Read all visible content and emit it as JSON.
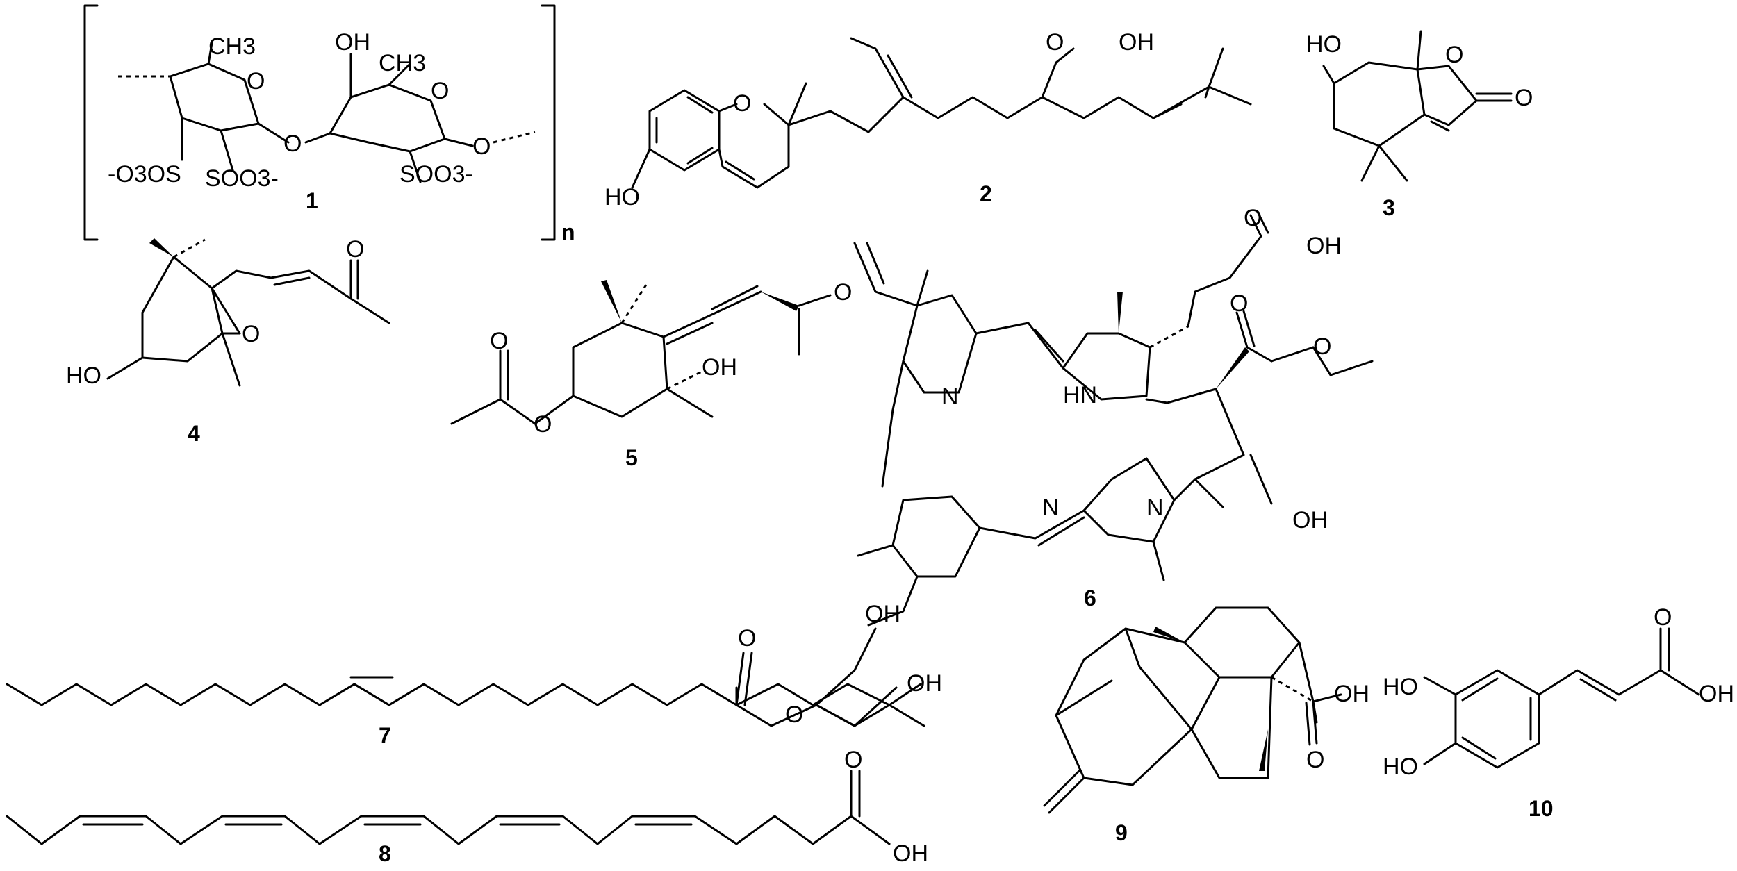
{
  "compounds": [
    {
      "number": "1",
      "repeat_unit_label": "n",
      "atom_labels": [
        "CH3",
        "O",
        "OH",
        "CH3",
        "O",
        "O",
        "O",
        "-O3OS",
        "SOO3-",
        "SOO3-"
      ]
    },
    {
      "number": "2",
      "atom_labels": [
        "O",
        "HO",
        "O",
        "OH"
      ]
    },
    {
      "number": "3",
      "atom_labels": [
        "HO",
        "O",
        "O"
      ]
    },
    {
      "number": "4",
      "atom_labels": [
        "O",
        "O",
        "HO"
      ]
    },
    {
      "number": "5",
      "atom_labels": [
        "O",
        "O",
        "O",
        "OH"
      ]
    },
    {
      "number": "6",
      "atom_labels": [
        "O",
        "OH",
        "N",
        "HN",
        "O",
        "O",
        "N",
        "N",
        "OH"
      ]
    },
    {
      "number": "7",
      "atom_labels": [
        "O",
        "O",
        "OH",
        "OH"
      ]
    },
    {
      "number": "8",
      "atom_labels": [
        "O",
        "OH"
      ]
    },
    {
      "number": "9",
      "atom_labels": [
        "OH",
        "O"
      ]
    },
    {
      "number": "10",
      "atom_labels": [
        "HO",
        "HO",
        "O",
        "OH"
      ]
    }
  ]
}
